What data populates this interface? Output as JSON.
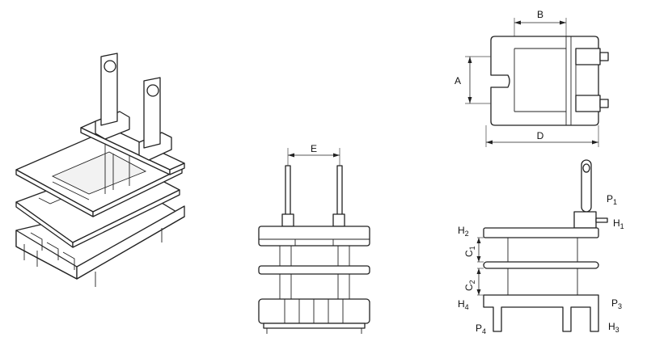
{
  "labels": {
    "B": "B",
    "A": "A",
    "D": "D",
    "E": "E",
    "P1": "P",
    "P1_sub": "1",
    "H1": "H",
    "H1_sub": "1",
    "H2": "H",
    "H2_sub": "2",
    "C1": "C",
    "C1_sub": "1",
    "C2": "C",
    "C2_sub": "2",
    "H4": "H",
    "H4_sub": "4",
    "P3": "P",
    "P3_sub": "3",
    "P4": "P",
    "P4_sub": "4",
    "H3": "H",
    "H3_sub": "3"
  },
  "colors": {
    "line": "#222222",
    "background": "#ffffff"
  }
}
